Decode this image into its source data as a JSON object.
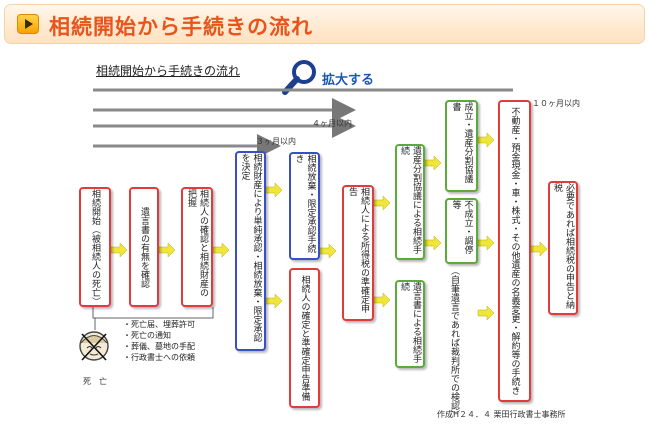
{
  "header": {
    "title": "相続開始から手続きの流れ"
  },
  "diagram": {
    "subtitle": "相続開始から手続きの流れ",
    "zoom_label": "拡大する"
  },
  "durations": {
    "d3": "３ヶ月以内",
    "d4": "４ヶ月以内",
    "d10": "１０ヶ月以内"
  },
  "boxes": {
    "b1": "相続開始（被相続人の死亡）",
    "b2": "遺言書の有無を確認",
    "b3": "相続人の確認と相続財産の把握",
    "b4": "相続財産により単純承認・相続放棄・限定承認を決定",
    "b5": "相続放棄・限定承認手続き",
    "b6": "相続人の確定と準確定申告準備",
    "b7": "相続人による所得税の準確定申告",
    "b8": "遺産分割協議による相続手続",
    "b9": "遺言書による相続手続",
    "b10": "成立・遺産分割協議書",
    "b11": "不成立・調停等",
    "b12": "（自筆遺言であれば裁判所での検認）",
    "b13": "不動産・預金現金・車・株式・その他遺産の名義変更・解約等の手続き",
    "b14": "必要であれば相続税の申告と納税"
  },
  "death_tasks": [
    "・死亡届、埋葬許可",
    "・死亡の通知",
    "・葬儀、墓地の手配",
    "・行政書士への依頼"
  ],
  "death_label": "死　亡",
  "footer": "作成H２４．４ 栗田行政書士事務所"
}
